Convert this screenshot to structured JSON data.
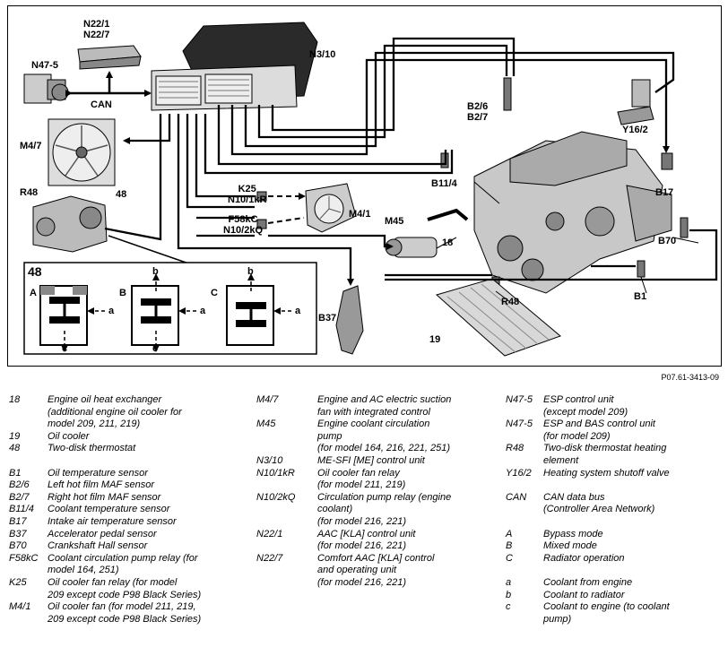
{
  "figure_ref": "P07.61-3413-09",
  "labels": {
    "n22": "N22/1\nN22/7",
    "n47": "N47-5",
    "can": "CAN",
    "n310": "N3/10",
    "m47": "M4/7",
    "r48": "R48",
    "p48": "48",
    "k25": "K25\nN10/1kR",
    "f58": "F58kC\nN10/2kQ",
    "m41": "M4/1",
    "b26": "B2/6\nB2/7",
    "b114": "B11/4",
    "m45": "M45",
    "n18": "18",
    "y162": "Y16/2",
    "b17": "B17",
    "b70": "B70",
    "r48b": "R48",
    "b1": "B1",
    "b37": "B37",
    "n19": "19",
    "inset_title": "48",
    "mode_a": "A",
    "mode_b": "B",
    "mode_c": "C",
    "port_a": "a",
    "port_b": "b",
    "port_c": "c"
  },
  "legend": {
    "col1": [
      {
        "code": "18",
        "desc": "Engine oil heat exchanger\n(additional engine oil cooler for\nmodel 209, 211, 219)"
      },
      {
        "code": "19",
        "desc": "Oil cooler"
      },
      {
        "code": "48",
        "desc": "Two-disk thermostat"
      },
      {
        "code": "",
        "desc": ""
      },
      {
        "code": "B1",
        "desc": "Oil temperature sensor"
      },
      {
        "code": "B2/6",
        "desc": "Left hot film MAF sensor"
      },
      {
        "code": "B2/7",
        "desc": "Right hot film MAF sensor"
      },
      {
        "code": "B11/4",
        "desc": "Coolant temperature sensor"
      },
      {
        "code": "B17",
        "desc": "Intake air temperature sensor"
      },
      {
        "code": "B37",
        "desc": "Accelerator pedal sensor"
      },
      {
        "code": "B70",
        "desc": "Crankshaft Hall sensor"
      },
      {
        "code": "F58kC",
        "desc": "Coolant circulation pump relay (for\nmodel 164, 251)"
      },
      {
        "code": "K25",
        "desc": "Oil cooler fan relay    (for model\n209 except code P98 Black Series)"
      },
      {
        "code": "M4/1",
        "desc": "Oil cooler fan (for model 211, 219,\n209 except code P98 Black Series)"
      }
    ],
    "col2": [
      {
        "code": "M4/7",
        "desc": "Engine and AC electric suction\nfan with integrated control"
      },
      {
        "code": "M45",
        "desc": "Engine coolant circulation\npump\n(for model 164, 216, 221, 251)"
      },
      {
        "code": "N3/10",
        "desc": "ME-SFI [ME] control unit"
      },
      {
        "code": "N10/1kR",
        "desc": "Oil cooler fan relay\n(for model 211, 219)"
      },
      {
        "code": "N10/2kQ",
        "desc": "Circulation pump relay (engine\ncoolant)\n(for model 216, 221)"
      },
      {
        "code": "N22/1",
        "desc": "AAC [KLA] control unit\n(for model 216, 221)"
      },
      {
        "code": "N22/7",
        "desc": "Comfort AAC [KLA] control\nand operating unit\n(for model 216, 221)"
      }
    ],
    "col3": [
      {
        "code": "N47-5",
        "desc": "ESP control unit\n(except model 209)"
      },
      {
        "code": "N47-5",
        "desc": "ESP and BAS control unit\n(for model 209)"
      },
      {
        "code": "R48",
        "desc": "Two-disk thermostat heating\nelement"
      },
      {
        "code": "Y16/2",
        "desc": "Heating system shutoff valve"
      },
      {
        "code": "",
        "desc": ""
      },
      {
        "code": "CAN",
        "desc": "CAN data bus\n(Controller Area Network)"
      },
      {
        "code": "",
        "desc": ""
      },
      {
        "code": "A",
        "desc": "Bypass mode"
      },
      {
        "code": "B",
        "desc": "Mixed mode"
      },
      {
        "code": "C",
        "desc": "Radiator operation"
      },
      {
        "code": "",
        "desc": ""
      },
      {
        "code": "a",
        "desc": "Coolant from engine"
      },
      {
        "code": "b",
        "desc": "Coolant to radiator"
      },
      {
        "code": "c",
        "desc": "Coolant to engine (to coolant\npump)"
      }
    ]
  }
}
